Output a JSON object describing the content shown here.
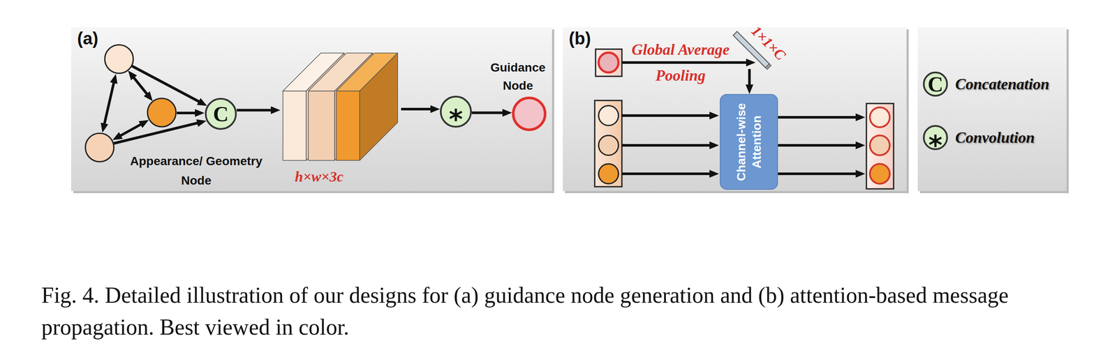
{
  "diagram": {
    "caption": "Fig. 4. Detailed illustration of our designs for (a) guidance node generation and (b) attention-based message propagation. Best viewed in color.",
    "nodes": [
      {
        "text": [
          "(a)"
        ]
      },
      {
        "text": [
          "C"
        ],
        "in": 0
      },
      {
        "text": [
          "h×w×3c"
        ],
        "in": 0
      },
      {
        "text": [
          "*"
        ],
        "in": 0
      },
      {
        "text": [
          "Guidance Node"
        ],
        "in": 0
      },
      {
        "text": [
          "(b)"
        ]
      },
      {
        "text": [
          "1×1×C"
        ],
        "in": 5
      },
      {
        "text": [
          "Channel-wise Attention"
        ],
        "in": 5
      }
    ],
    "edges": [
      {
        "from": 1,
        "to": 2,
        "arrow": "to"
      },
      {
        "from": 2,
        "to": 3,
        "arrow": "to"
      },
      {
        "from": 3,
        "to": 4,
        "arrow": "to"
      },
      {
        "from": 6,
        "to": 7,
        "arrow": "to"
      }
    ],
    "labels": [
      "Appearance/ Geometry Node",
      "Global Average Pooling",
      "C",
      "*"
    ],
    "legend": [
      {
        "text": "Concatenation"
      },
      {
        "text": "Convolution"
      }
    ]
  }
}
